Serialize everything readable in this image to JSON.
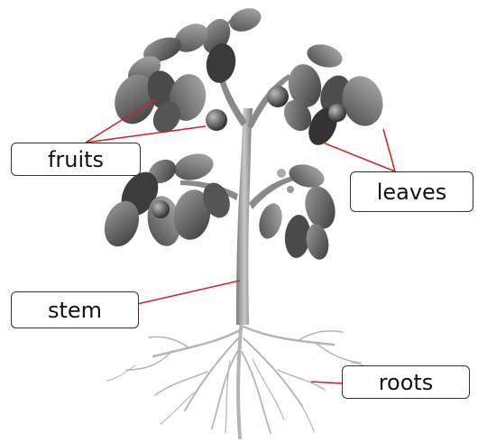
{
  "diagram": {
    "labels": {
      "fruits": "fruits",
      "leaves": "leaves",
      "stem": "stem",
      "roots": "roots"
    },
    "colors": {
      "leader_line": "#d01f2b",
      "leaf_dark": "#3a3a3a",
      "leaf_mid": "#6e6e6e",
      "leaf_light": "#9a9a9a",
      "stem": "#8c8c8c",
      "fruit": "#5a5a5a",
      "roots": "#b5b5b5"
    },
    "icons": {
      "plant": "tomato-plant-illustration"
    }
  }
}
